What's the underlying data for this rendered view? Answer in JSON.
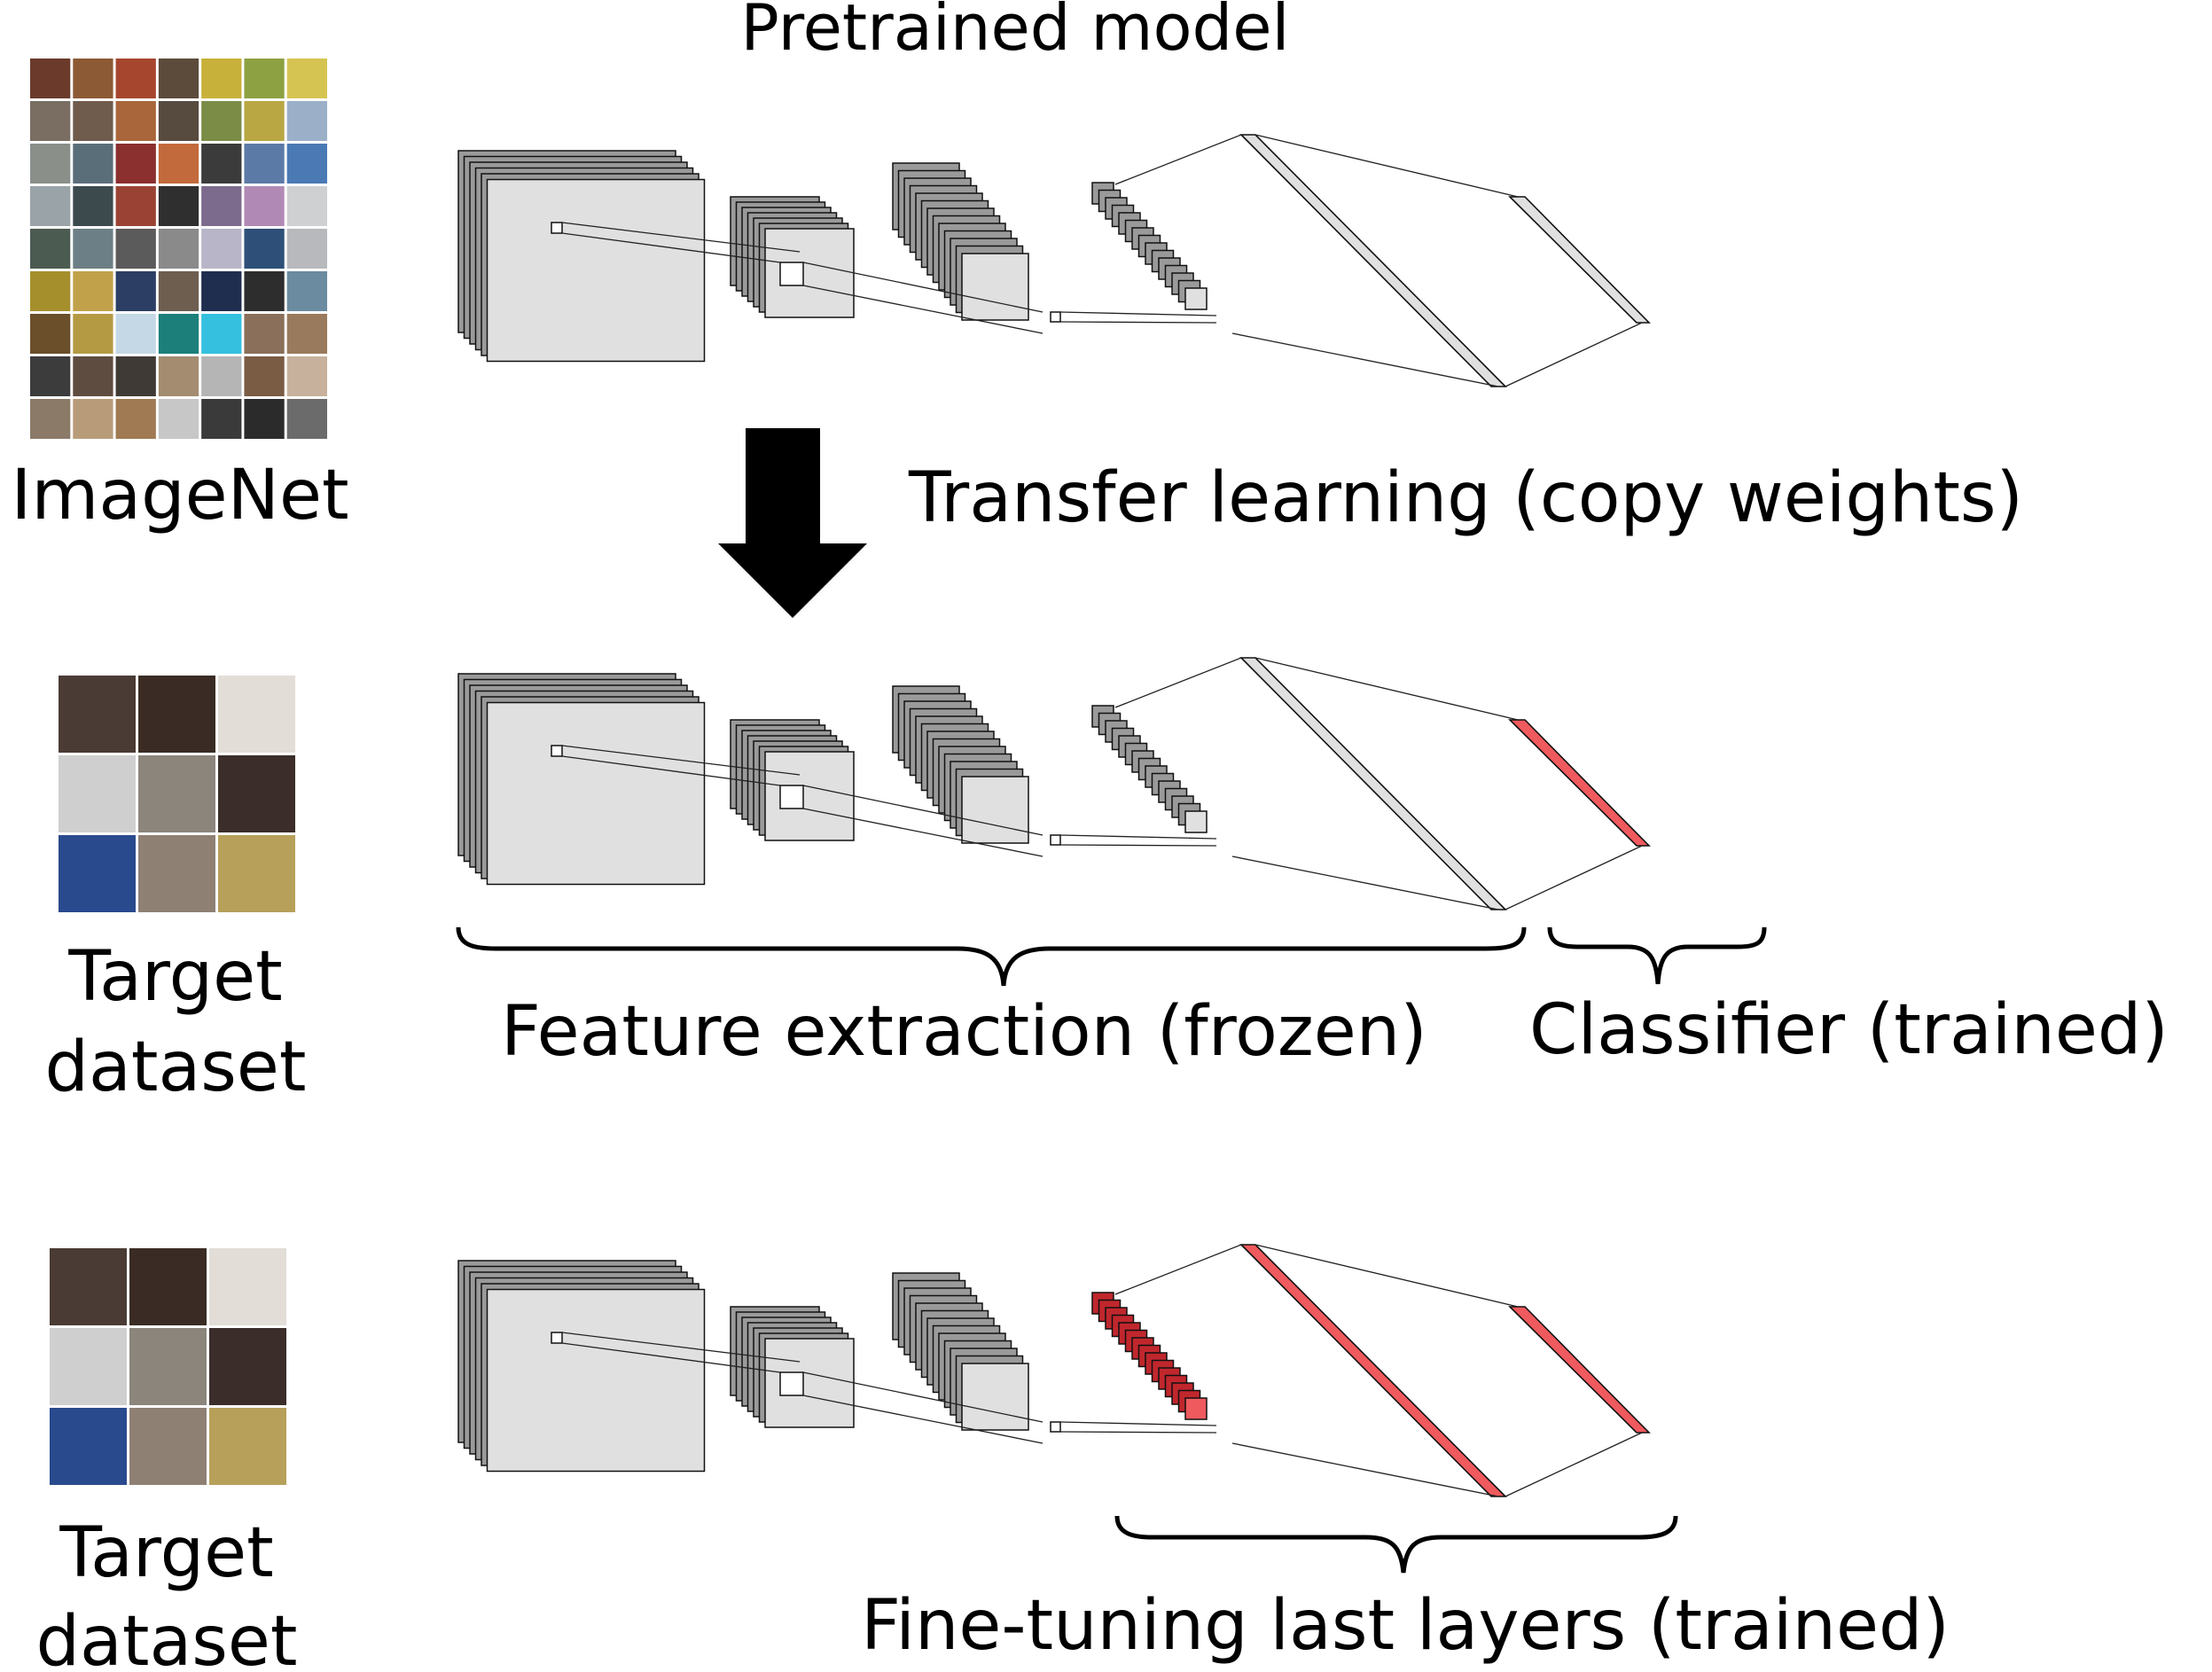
{
  "labels": {
    "pretrained_model": "Pretrained model",
    "imagenet": "ImageNet",
    "transfer_learning": "Transfer learning (copy weights)",
    "target_dataset_1_line1": "Target",
    "target_dataset_1_line2": "dataset",
    "feature_extraction": "Feature extraction (frozen)",
    "classifier": "Classifier (trained)",
    "target_dataset_2_line1": "Target",
    "target_dataset_2_line2": "dataset",
    "fine_tuning": "Fine-tuning last layers (trained)"
  },
  "colors": {
    "frozen_fill": "#e0e0e0",
    "frozen_stack": "#9a9a9a",
    "trained_fill": "#ef5a5e",
    "trained_dark": "#c0272d",
    "arrow": "#000000"
  },
  "networks": [
    {
      "name": "pretrained",
      "trained_layers": []
    },
    {
      "name": "feature-extraction",
      "trained_layers": [
        "fc2"
      ]
    },
    {
      "name": "fine-tuning",
      "trained_layers": [
        "conv4",
        "fc1",
        "fc2"
      ]
    }
  ],
  "image_grids": [
    {
      "name": "imagenet",
      "cols": 7,
      "rows": 9,
      "tile_colors": [
        "#6b3a2a",
        "#8c5a34",
        "#a7462e",
        "#5c4b3a",
        "#c8b13a",
        "#8da142",
        "#d6c452",
        "#7a6e62",
        "#6f5c4d",
        "#a9663a",
        "#574b40",
        "#7b8c46",
        "#b8a743",
        "#9bb0c8",
        "#8a8f8a",
        "#5a6e79",
        "#8b2f2f",
        "#c26a3b",
        "#3b3b3b",
        "#5c7aa6",
        "#4a79b4",
        "#9aa3a8",
        "#3c4a4e",
        "#9a4335",
        "#2f2f2f",
        "#7d6b8d",
        "#b08ab5",
        "#cfd0d2",
        "#4c5b52",
        "#6d7f86",
        "#5b5b5b",
        "#8a8a8a",
        "#b9b5c9",
        "#2e4f77",
        "#b7b9bc",
        "#a58f2c",
        "#c1a14a",
        "#2c3e63",
        "#6e5e50",
        "#1f2d4f",
        "#2d2d2d",
        "#6b8ba0",
        "#6a4f2a",
        "#b59a44",
        "#c4d8e6",
        "#1c7f7a",
        "#35c0df",
        "#8a6f5a",
        "#9a7a5c",
        "#3c3c3c",
        "#5f4c40",
        "#3f3a36",
        "#a38c70",
        "#b5b5b5",
        "#7a5c44",
        "#c7b19c",
        "#8b7a68",
        "#b89c7a",
        "#a07a52",
        "#c7c7c7",
        "#3a3a3a",
        "#2b2b2b",
        "#6b6b6b"
      ]
    },
    {
      "name": "target-1",
      "cols": 3,
      "rows": 3,
      "tile_colors": [
        "#4a3b35",
        "#3a2c24",
        "#e2ddd6",
        "#cfcfcf",
        "#8b857c",
        "#3b2d2a",
        "#2a4a8e",
        "#8f8074",
        "#b6a05a"
      ]
    },
    {
      "name": "target-2",
      "cols": 3,
      "rows": 3,
      "tile_colors": [
        "#4a3b35",
        "#3a2c24",
        "#e2ddd6",
        "#cfcfcf",
        "#8b857c",
        "#3b2d2a",
        "#2a4a8e",
        "#8f8074",
        "#b6a05a"
      ]
    }
  ],
  "icons": {
    "down_arrow": "down-arrow-icon",
    "brace": "curly-brace-icon"
  }
}
